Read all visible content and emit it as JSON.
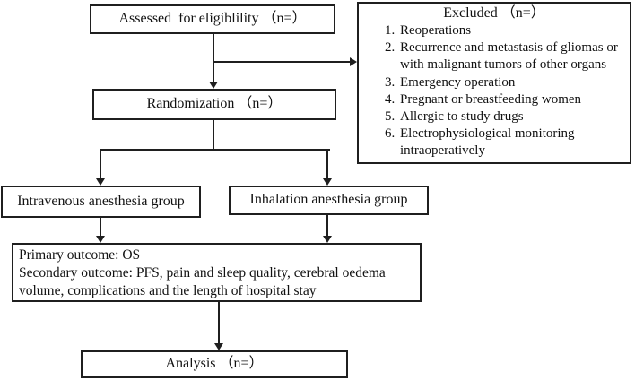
{
  "diagram": {
    "assessed": {
      "label": "Assessed  for eligiblility （n=）"
    },
    "excluded": {
      "title": "Excluded （n=）",
      "items": [
        "Reoperations",
        "Recurrence and metastasis of gliomas or with malignant tumors of other organs",
        "Emergency operation",
        "Pregnant or breastfeeding women",
        "Allergic to study drugs",
        "Electrophysiological monitoring intraoperatively"
      ]
    },
    "randomization": {
      "label": "Randomization （n=）"
    },
    "intravenous": {
      "label": "Intravenous anesthesia group"
    },
    "inhalation": {
      "label": "Inhalation anesthesia group"
    },
    "outcomes": {
      "primary": "Primary outcome: OS",
      "secondary": "Secondary outcome: PFS, pain and sleep quality, cerebral oedema volume, complications and the length of hospital stay"
    },
    "analysis": {
      "label": "Analysis （n=）"
    }
  },
  "colors": {
    "background": "#ffffff",
    "border": "#1f1f1f",
    "text": "#111111"
  }
}
